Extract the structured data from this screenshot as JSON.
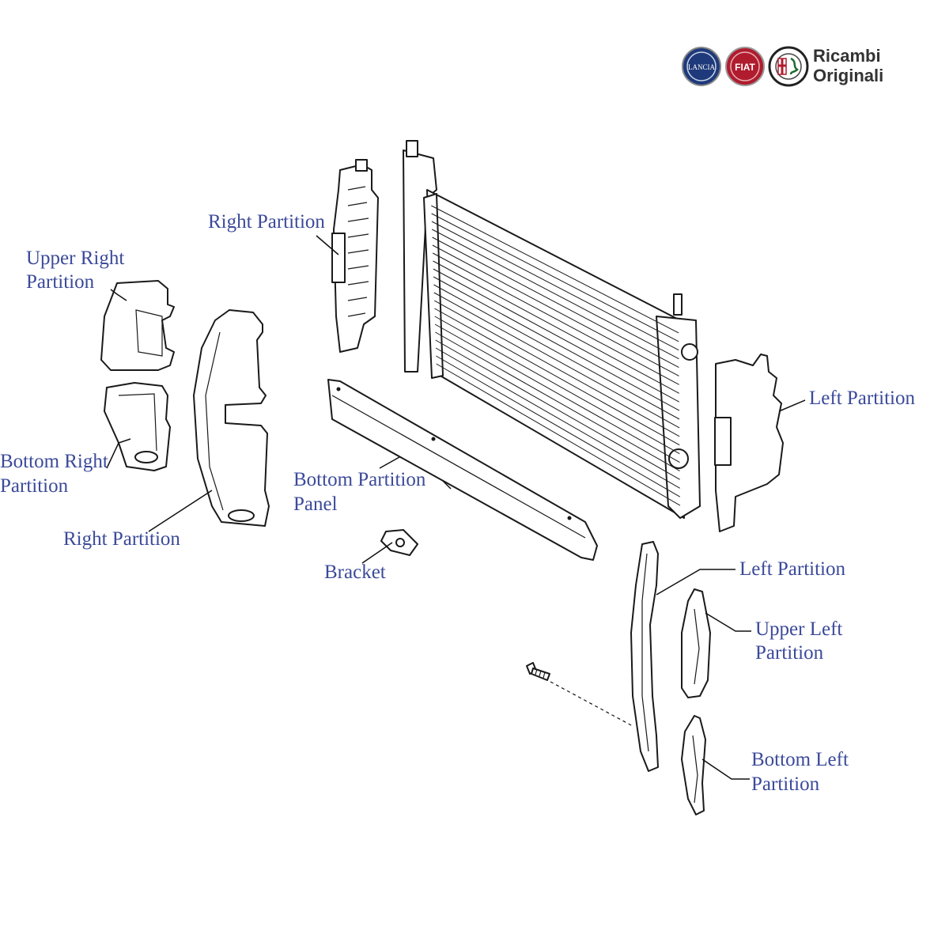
{
  "brand": {
    "logos": [
      "lancia-logo",
      "fiat-logo",
      "alfa-romeo-logo"
    ],
    "lancia_text": "LANCIA",
    "fiat_text": "FIAT",
    "line1": "Ricambi",
    "line2": "Originali"
  },
  "labels": {
    "right_partition_top": "Right Partition",
    "upper_right_1": "Upper Right",
    "upper_right_2": "Partition",
    "bottom_right_1": "Bottom Right",
    "bottom_right_2": "Partition",
    "right_partition_bottom": "Right Partition",
    "bottom_partition_1": "Bottom Partition",
    "bottom_partition_2": "Panel",
    "bracket": "Bracket",
    "left_partition_top": "Left Partition",
    "left_partition_bottom": "Left Partition",
    "upper_left_1": "Upper Left",
    "upper_left_2": "Partition",
    "bottom_left_1": "Bottom Left",
    "bottom_left_2": "Partition"
  },
  "colors": {
    "label": "#3b4a9a",
    "line": "#1a1a1a",
    "lancia_blue": "#1f3a7a",
    "fiat_red": "#b01c2e"
  }
}
